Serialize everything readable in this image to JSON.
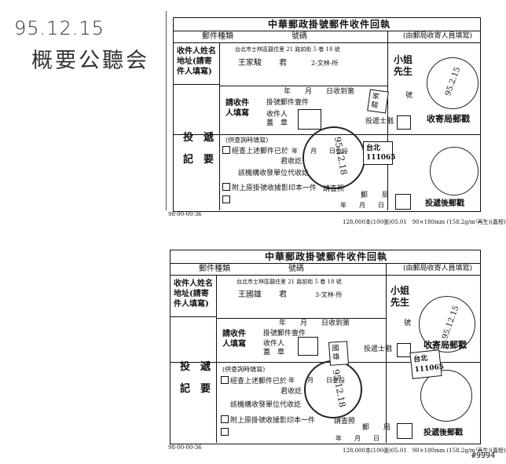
{
  "note": {
    "date": "95.12.15",
    "text": "概要公聽会",
    "page_mark": "#9994"
  },
  "cards": [
    {
      "title": "中華郵政掛號郵件收件回執",
      "header": {
        "type": "郵件種類",
        "number": "號碼",
        "agency": "(由郵局收寄人員填寫)"
      },
      "recipient_label": "收件人姓名\n地址(請寄\n件人填寫)",
      "address": "台北市士林區囍住里 21 路前街 5 巷 18 號",
      "name": "王家駿",
      "suffix": "君",
      "dept": "2-文林-所",
      "honorific": "小姐\n先生",
      "fill_label": "請收件\n人填寫",
      "received_line": "年　　月　　日收到第",
      "received_line2": "掛號郵件壹件",
      "received_hao": "號",
      "seal_label": "收件人\n蓋　章",
      "carrier_seal": "投遞士戳",
      "postmark_label": "收寄局郵戳",
      "delivery_label": "投　遞\n\n記　要",
      "delivery_note": "(供查詢時填寫)",
      "option1": "經查上述郵件已於",
      "option1b": "年　　月　　日委投",
      "option2": "君收訖",
      "option3": "該機構收發單位代收訖",
      "option4": "附上原掛號收據影印本一件",
      "option4b": "請查照",
      "post_office": "郵　　局",
      "date_tail": "年　　月　　日",
      "delivery_postmark": "投遞後郵戳",
      "code": "98-00-00-36",
      "footer": "128,000本(100張)05.01　90×180mm (158.2g/m²再生)(嘉榜)",
      "chop1": "台北\n111065",
      "chop2": "家駿"
    },
    {
      "title": "中華郵政掛號郵件收件回執",
      "header": {
        "type": "郵件種類",
        "number": "號碼",
        "agency": "(由郵局收寄人員填寫)"
      },
      "recipient_label": "收件人姓名\n地址(請寄\n件人填寫)",
      "address": "台北市士林區囍住里 21 路前街 5 巷 18 號",
      "name": "王國雄",
      "suffix": "君",
      "dept": "3-文林-所",
      "honorific": "小姐\n先生",
      "fill_label": "請收件\n人填寫",
      "received_line": "年　　月　　日收到第",
      "received_line2": "掛號郵件壹件",
      "received_hao": "號",
      "seal_label": "收件人\n蓋　章",
      "carrier_seal": "投遞士戳",
      "postmark_label": "收寄局郵戳",
      "delivery_label": "投　遞\n\n記　要",
      "delivery_note": "(供查詢時填寫)",
      "option1": "經查上述郵件已於",
      "option1b": "年　　月　　日委投",
      "option2": "君收訖",
      "option3": "該機構收發單位代收訖",
      "option4": "附上原掛號收據影印本一件",
      "option4b": "請查照",
      "post_office": "郵　　局",
      "date_tail": "年　　月　　日",
      "delivery_postmark": "投遞後郵戳",
      "code": "98-00-00-36",
      "footer": "128,000本(100張)05.01　90×180mm (158.2g/m²再生)(嘉榜)",
      "chop1": "台北\n111065",
      "chop2": "國雄"
    }
  ]
}
